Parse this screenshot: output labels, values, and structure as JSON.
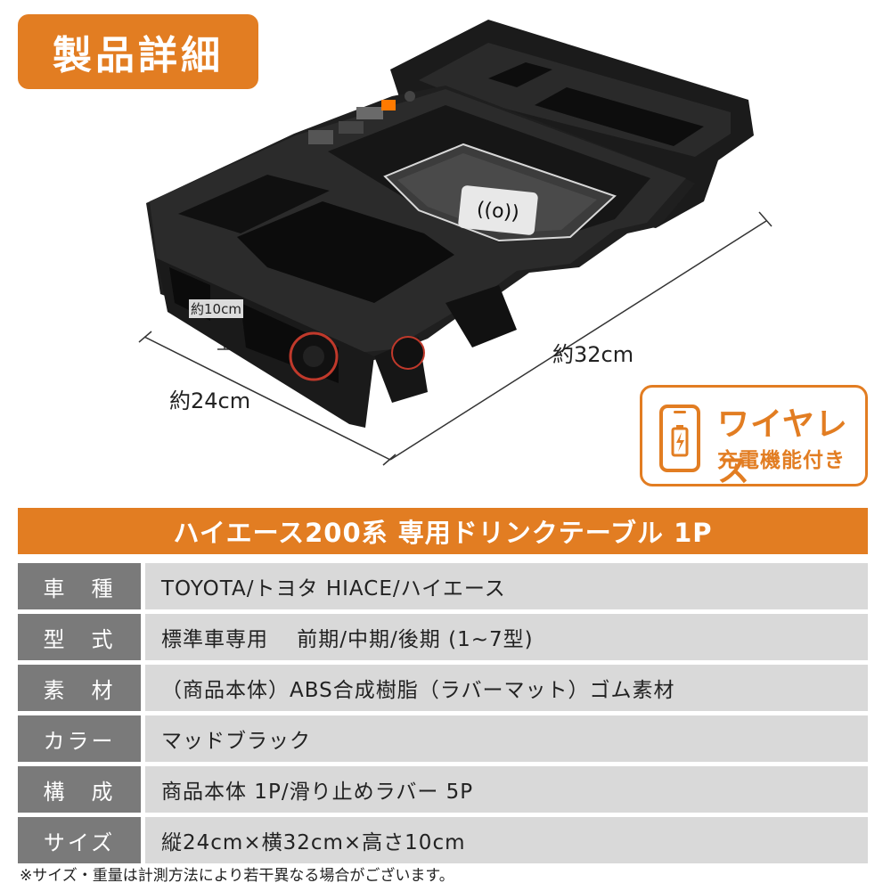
{
  "header": {
    "title": "製品詳細"
  },
  "dimensions": {
    "depth": "約24cm",
    "width": "約32cm",
    "height": "約10cm"
  },
  "feature_badge": {
    "line1": "ワイヤレス",
    "line2": "充電機能付き"
  },
  "banner": {
    "title": "ハイエース200系 専用ドリンクテーブル 1P"
  },
  "specs": [
    {
      "label": "車　種",
      "value": "TOYOTA/トヨタ HIACE/ハイエース"
    },
    {
      "label": "型　式",
      "value": "標準車専用　 前期/中期/後期 (1~7型)"
    },
    {
      "label": "素　材",
      "value": "（商品本体）ABS合成樹脂（ラバーマット）ゴム素材"
    },
    {
      "label": "カラー",
      "value": "マッドブラック"
    },
    {
      "label": "構　成",
      "value": "商品本体 1P/滑り止めラバー 5P"
    },
    {
      "label": "サイズ",
      "value": "縦24cm×横32cm×高さ10cm"
    }
  ],
  "footnote": "※サイズ・重量は計測方法により若干異なる場合がございます。",
  "colors": {
    "accent": "#e27d22",
    "label_bg": "#7a7a7a",
    "value_bg": "#d9d9d9"
  }
}
